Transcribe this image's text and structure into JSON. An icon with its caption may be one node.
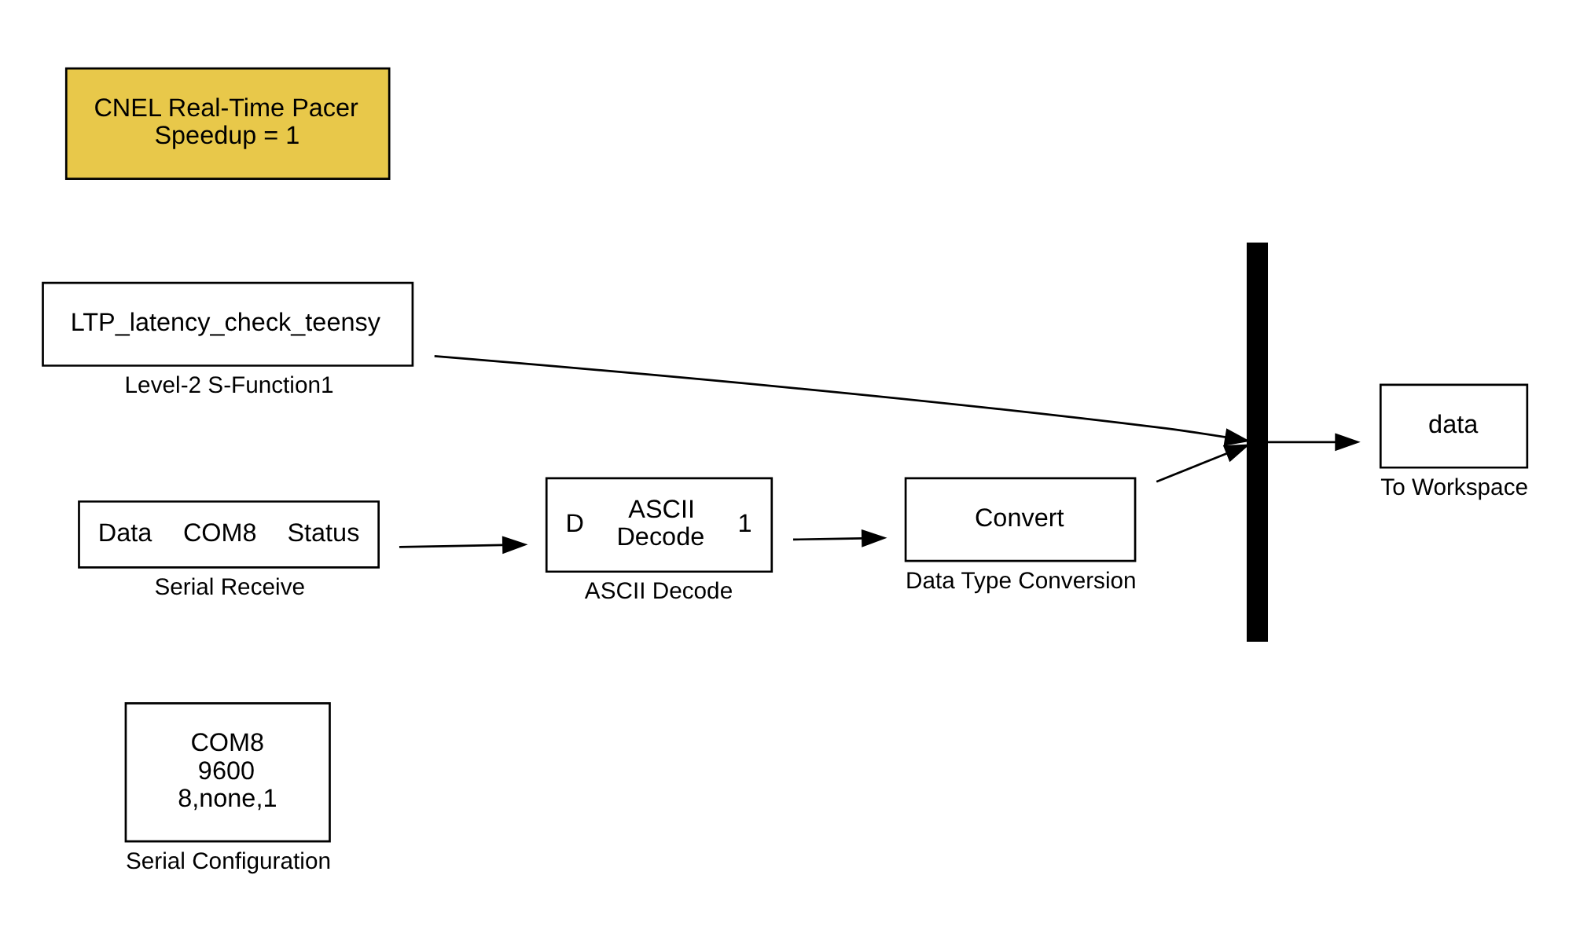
{
  "diagram": {
    "nodes": [
      {
        "text": [
          "CNEL Real-Time Pacer Speedup = 1"
        ]
      },
      {
        "text": [
          "LTP_latency_check_teensy"
        ],
        "beside": [
          "Level-2 S-Function1"
        ]
      },
      {
        "text": [
          "Data",
          "COM8",
          "Status"
        ],
        "beside": [
          "Serial Receive"
        ]
      },
      {
        "text": [
          "D",
          "ASCII Decode",
          "1"
        ],
        "beside": [
          "ASCII Decode"
        ]
      },
      {
        "text": [
          "Convert"
        ],
        "beside": [
          "Data Type Conversion"
        ]
      },
      {
        "text": [],
        "shape": "bar"
      },
      {
        "text": [
          "data"
        ],
        "beside": [
          "To Workspace"
        ]
      },
      {
        "text": [
          "COM8 9600 8,none,1"
        ],
        "beside": [
          "Serial Configuration"
        ]
      }
    ],
    "edges": [
      {
        "from": 1,
        "to": 5,
        "arrow": "to"
      },
      {
        "from": 2,
        "to": 3,
        "arrow": "to"
      },
      {
        "from": 3,
        "to": 4,
        "arrow": "to"
      },
      {
        "from": 4,
        "to": 5,
        "arrow": "to"
      },
      {
        "from": 5,
        "to": 6,
        "arrow": "to"
      }
    ]
  }
}
